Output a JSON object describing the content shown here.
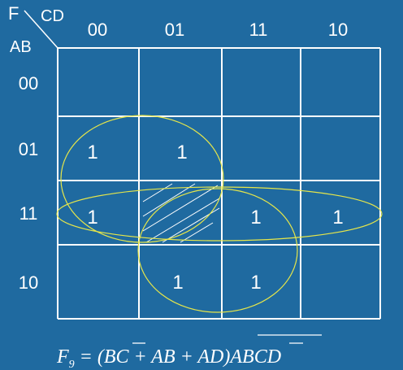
{
  "corner": {
    "function_label": "F",
    "col_vars": "CD",
    "row_vars": "AB"
  },
  "col_headers": [
    "00",
    "01",
    "11",
    "10"
  ],
  "row_headers": [
    "00",
    "01",
    "11",
    "10"
  ],
  "cells": [
    [
      "",
      "",
      "",
      ""
    ],
    [
      "1",
      "1",
      "",
      ""
    ],
    [
      "1",
      "",
      "1",
      "1"
    ],
    [
      "",
      "1",
      "1",
      ""
    ]
  ],
  "formula": {
    "lhs": "F",
    "lhs_sub": "9",
    "rhs_main": " = (B",
    "c_bar": "C",
    "rhs_mid": " + AB + AD)",
    "p1": "AB",
    "p2": "C",
    "p3": "D"
  },
  "colors": {
    "background": "#1f6aa0",
    "loop": "#e6e64a",
    "grid": "#ffffff"
  }
}
